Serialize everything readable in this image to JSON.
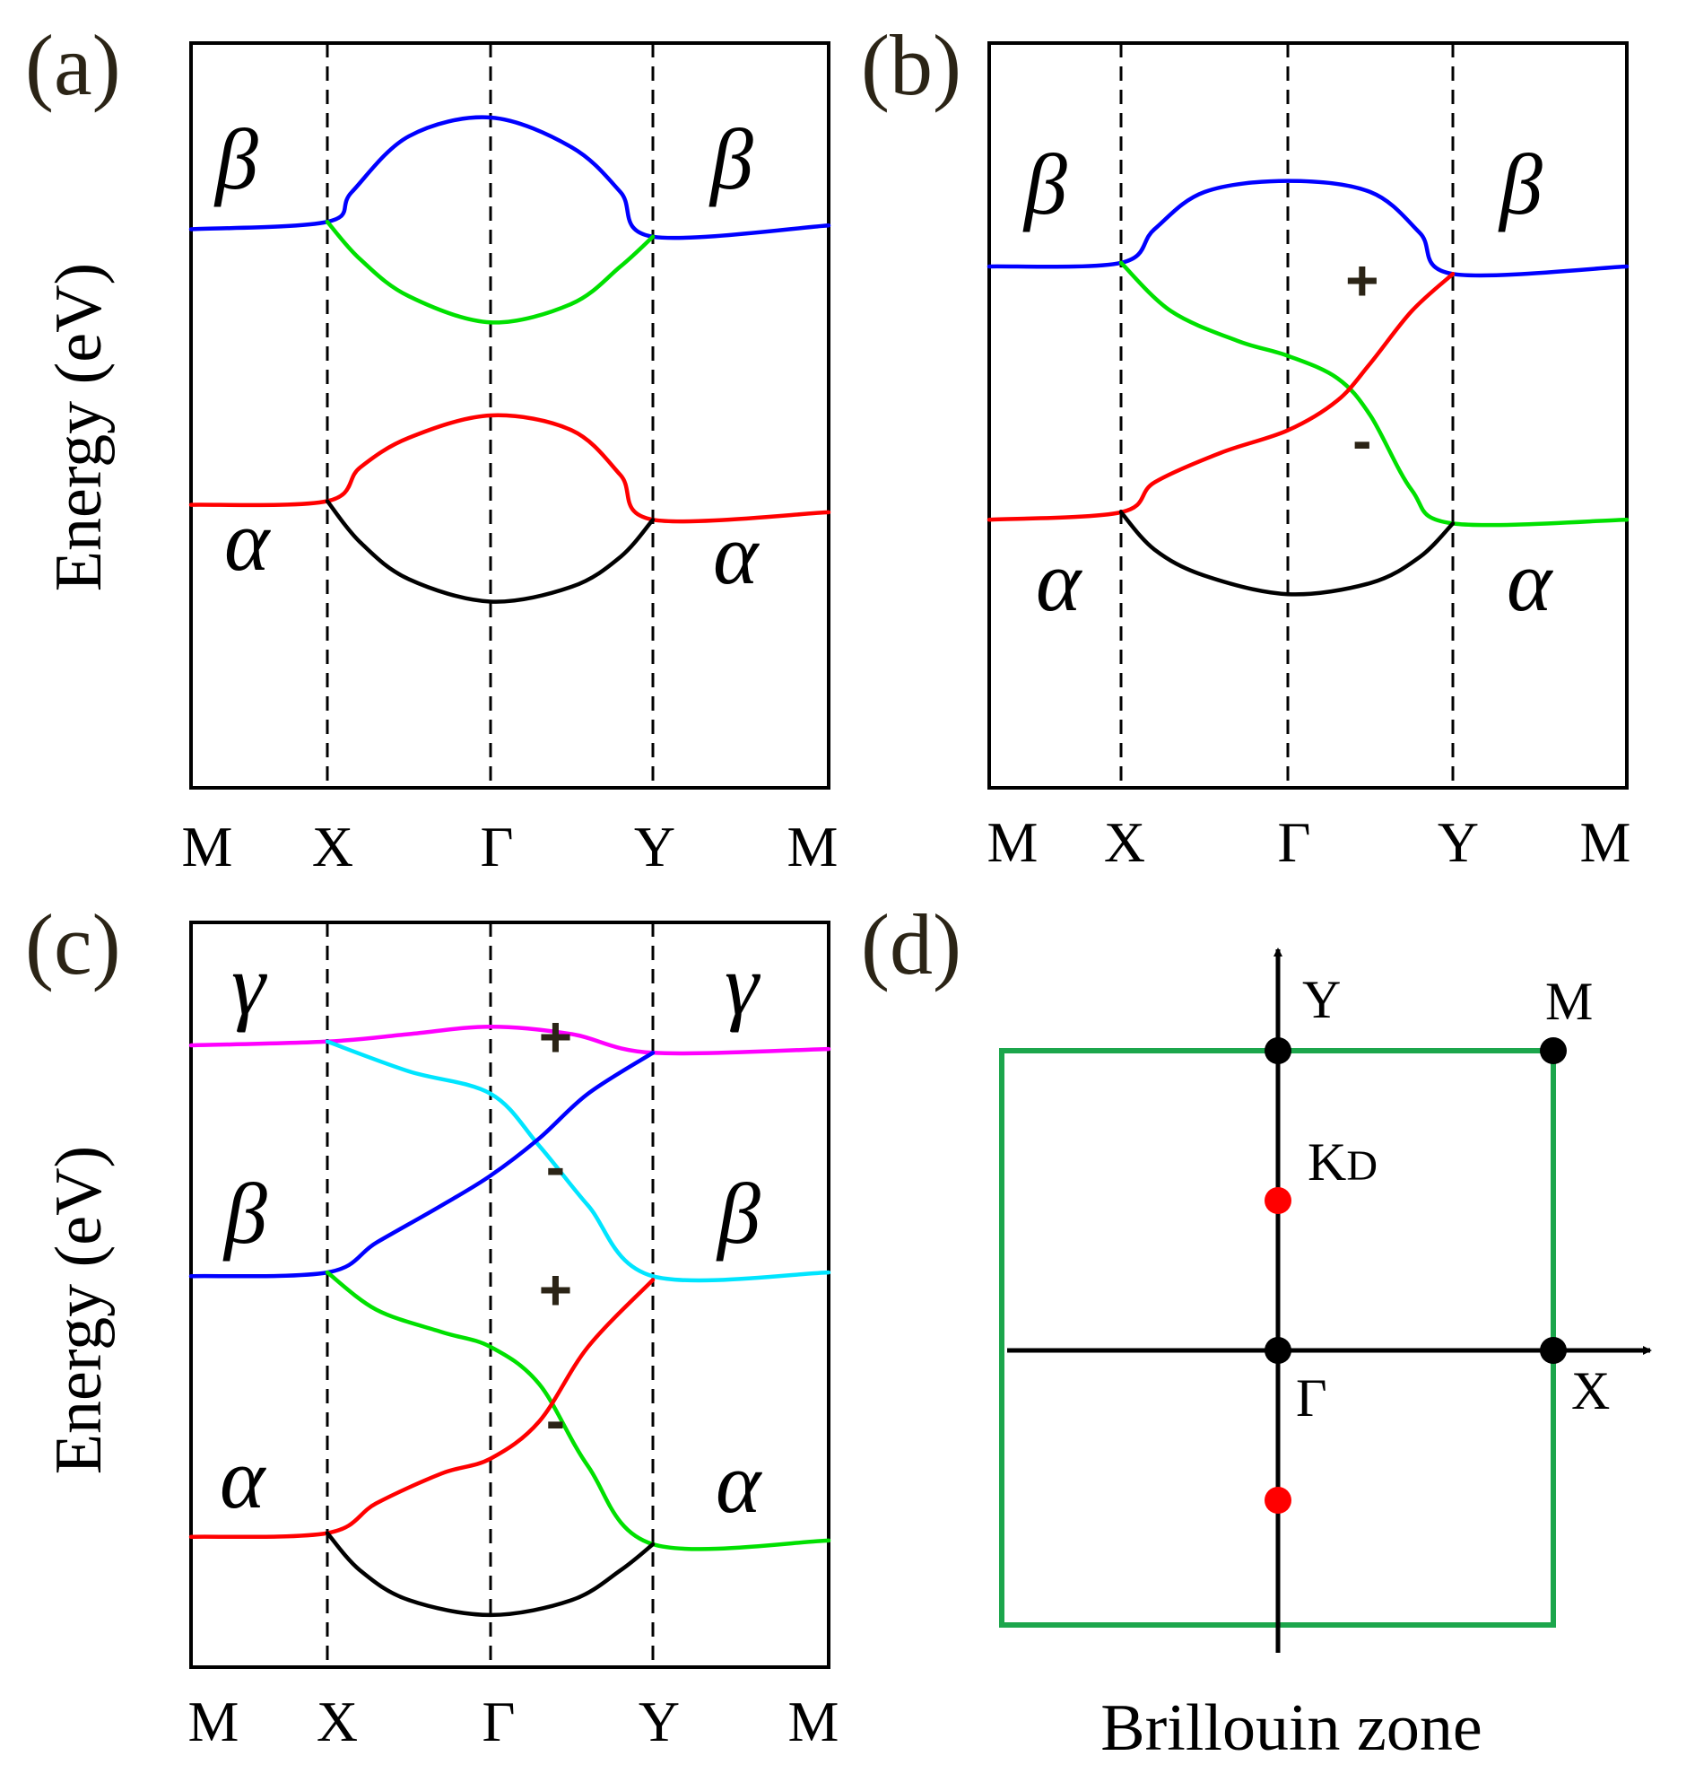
{
  "figure": {
    "y_axis_label": "Energy (eV)",
    "k_path": [
      "M",
      "X",
      "Γ",
      "Y",
      "M"
    ]
  },
  "panels": [
    {
      "label": "(a)",
      "band_labels": [
        {
          "text": "β",
          "side": "left"
        },
        {
          "text": "β",
          "side": "right"
        },
        {
          "text": "α",
          "side": "left"
        },
        {
          "text": "α",
          "side": "right"
        }
      ],
      "signs": [],
      "bands": [
        {
          "color": "#0000ff",
          "points": [
            [
              0,
              0.75
            ],
            [
              1,
              0.76
            ],
            [
              1.15,
              0.8
            ],
            [
              1.5,
              0.875
            ],
            [
              2,
              0.9
            ],
            [
              2.5,
              0.86
            ],
            [
              2.8,
              0.8
            ],
            [
              3,
              0.74
            ],
            [
              4,
              0.755
            ]
          ]
        },
        {
          "color": "#00e000",
          "points": [
            [
              1,
              0.76
            ],
            [
              1.2,
              0.71
            ],
            [
              1.5,
              0.66
            ],
            [
              2,
              0.625
            ],
            [
              2.5,
              0.65
            ],
            [
              2.8,
              0.7
            ],
            [
              3,
              0.74
            ]
          ]
        },
        {
          "color": "#ff0000",
          "points": [
            [
              0,
              0.38
            ],
            [
              1,
              0.385
            ],
            [
              1.2,
              0.43
            ],
            [
              1.5,
              0.47
            ],
            [
              2,
              0.5
            ],
            [
              2.5,
              0.48
            ],
            [
              2.8,
              0.42
            ],
            [
              3,
              0.36
            ],
            [
              4,
              0.37
            ]
          ]
        },
        {
          "color": "#000000",
          "points": [
            [
              1,
              0.385
            ],
            [
              1.2,
              0.33
            ],
            [
              1.5,
              0.28
            ],
            [
              2,
              0.25
            ],
            [
              2.5,
              0.27
            ],
            [
              2.8,
              0.31
            ],
            [
              3,
              0.36
            ]
          ]
        }
      ]
    },
    {
      "label": "(b)",
      "band_labels": [
        {
          "text": "β",
          "side": "left"
        },
        {
          "text": "β",
          "side": "right"
        },
        {
          "text": "α",
          "side": "left"
        },
        {
          "text": "α",
          "side": "right"
        }
      ],
      "signs": [
        {
          "text": "+",
          "k": 2.45,
          "e": 0.655
        },
        {
          "text": "-",
          "k": 2.45,
          "e": 0.44
        }
      ],
      "bands": [
        {
          "color": "#0000ff",
          "points": [
            [
              0,
              0.7
            ],
            [
              1,
              0.705
            ],
            [
              1.2,
              0.75
            ],
            [
              1.5,
              0.8
            ],
            [
              2,
              0.815
            ],
            [
              2.5,
              0.8
            ],
            [
              2.8,
              0.745
            ],
            [
              3,
              0.69
            ],
            [
              4,
              0.7
            ]
          ]
        },
        {
          "color": "#00e000",
          "points": [
            [
              1,
              0.705
            ],
            [
              1.3,
              0.64
            ],
            [
              1.7,
              0.6
            ],
            [
              2,
              0.58
            ],
            [
              2.3,
              0.55
            ],
            [
              2.5,
              0.5
            ],
            [
              2.75,
              0.4
            ],
            [
              3,
              0.355
            ],
            [
              4,
              0.36
            ]
          ]
        },
        {
          "color": "#ff0000",
          "points": [
            [
              0,
              0.36
            ],
            [
              1,
              0.37
            ],
            [
              1.2,
              0.41
            ],
            [
              1.6,
              0.45
            ],
            [
              2,
              0.48
            ],
            [
              2.3,
              0.52
            ],
            [
              2.5,
              0.57
            ],
            [
              2.75,
              0.64
            ],
            [
              3,
              0.69
            ]
          ]
        },
        {
          "color": "#000000",
          "points": [
            [
              1,
              0.37
            ],
            [
              1.2,
              0.32
            ],
            [
              1.5,
              0.285
            ],
            [
              2,
              0.26
            ],
            [
              2.5,
              0.275
            ],
            [
              2.8,
              0.31
            ],
            [
              3,
              0.355
            ]
          ]
        }
      ]
    },
    {
      "label": "(c)",
      "band_labels": [
        {
          "text": "γ",
          "side": "left"
        },
        {
          "text": "γ",
          "side": "right"
        },
        {
          "text": "β",
          "side": "left"
        },
        {
          "text": "β",
          "side": "right"
        },
        {
          "text": "α",
          "side": "left"
        },
        {
          "text": "α",
          "side": "right"
        }
      ],
      "signs": [
        {
          "text": "+",
          "k": 2.4,
          "e": 0.82
        },
        {
          "text": "-",
          "k": 2.4,
          "e": 0.645
        },
        {
          "text": "+",
          "k": 2.4,
          "e": 0.48
        },
        {
          "text": "-",
          "k": 2.4,
          "e": 0.305
        }
      ],
      "bands": [
        {
          "color": "#ff00ff",
          "points": [
            [
              0,
              0.835
            ],
            [
              1,
              0.84
            ],
            [
              1.5,
              0.85
            ],
            [
              2,
              0.86
            ],
            [
              2.5,
              0.85
            ],
            [
              3,
              0.825
            ],
            [
              4,
              0.83
            ]
          ]
        },
        {
          "color": "#00e5ff",
          "points": [
            [
              1,
              0.84
            ],
            [
              1.5,
              0.8
            ],
            [
              2,
              0.77
            ],
            [
              2.3,
              0.7
            ],
            [
              2.6,
              0.62
            ],
            [
              3,
              0.525
            ],
            [
              4,
              0.53
            ]
          ]
        },
        {
          "color": "#0000ff",
          "points": [
            [
              0,
              0.525
            ],
            [
              1,
              0.53
            ],
            [
              1.3,
              0.57
            ],
            [
              1.7,
              0.62
            ],
            [
              2,
              0.66
            ],
            [
              2.3,
              0.71
            ],
            [
              2.6,
              0.77
            ],
            [
              3,
              0.825
            ]
          ]
        },
        {
          "color": "#00e000",
          "points": [
            [
              1,
              0.53
            ],
            [
              1.3,
              0.48
            ],
            [
              1.7,
              0.45
            ],
            [
              2,
              0.43
            ],
            [
              2.3,
              0.38
            ],
            [
              2.6,
              0.27
            ],
            [
              3,
              0.165
            ],
            [
              4,
              0.17
            ]
          ]
        },
        {
          "color": "#ff0000",
          "points": [
            [
              0,
              0.175
            ],
            [
              1,
              0.18
            ],
            [
              1.3,
              0.22
            ],
            [
              1.7,
              0.26
            ],
            [
              2,
              0.28
            ],
            [
              2.3,
              0.33
            ],
            [
              2.6,
              0.43
            ],
            [
              3,
              0.52
            ]
          ]
        },
        {
          "color": "#000000",
          "points": [
            [
              1,
              0.18
            ],
            [
              1.2,
              0.13
            ],
            [
              1.5,
              0.09
            ],
            [
              2,
              0.07
            ],
            [
              2.5,
              0.09
            ],
            [
              2.8,
              0.13
            ],
            [
              3,
              0.165
            ]
          ]
        }
      ]
    }
  ],
  "bz": {
    "label": "(d)",
    "title": "Brillouin zone",
    "point_labels": {
      "Y": "Y",
      "M": "M",
      "K": "K",
      "K_sub": "D",
      "G": "Γ",
      "X": "X"
    },
    "zone_color": "#1ca64c",
    "kd_fraction": 0.5,
    "high_sym_color": "#000000",
    "dirac_color": "#ff0000"
  }
}
